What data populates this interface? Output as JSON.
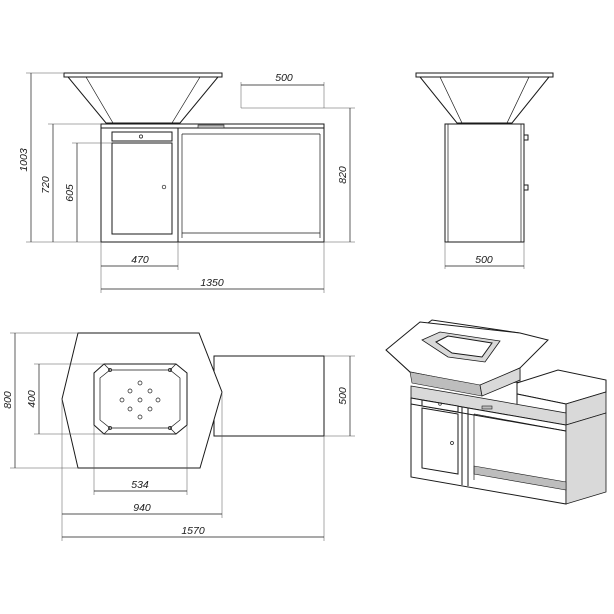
{
  "front_view": {
    "dims": {
      "total_height": "1003",
      "tall": "720",
      "door_h": "605",
      "side_offset": "500",
      "right_h": "820",
      "door_w": "470",
      "width": "1350"
    }
  },
  "side_view": {
    "dims": {
      "depth": "500"
    }
  },
  "top_view": {
    "dims": {
      "depth": "800",
      "inner": "400",
      "right_depth": "500",
      "grill_w": "534",
      "top_w": "940",
      "total_w": "1570"
    }
  },
  "iso_view": {}
}
